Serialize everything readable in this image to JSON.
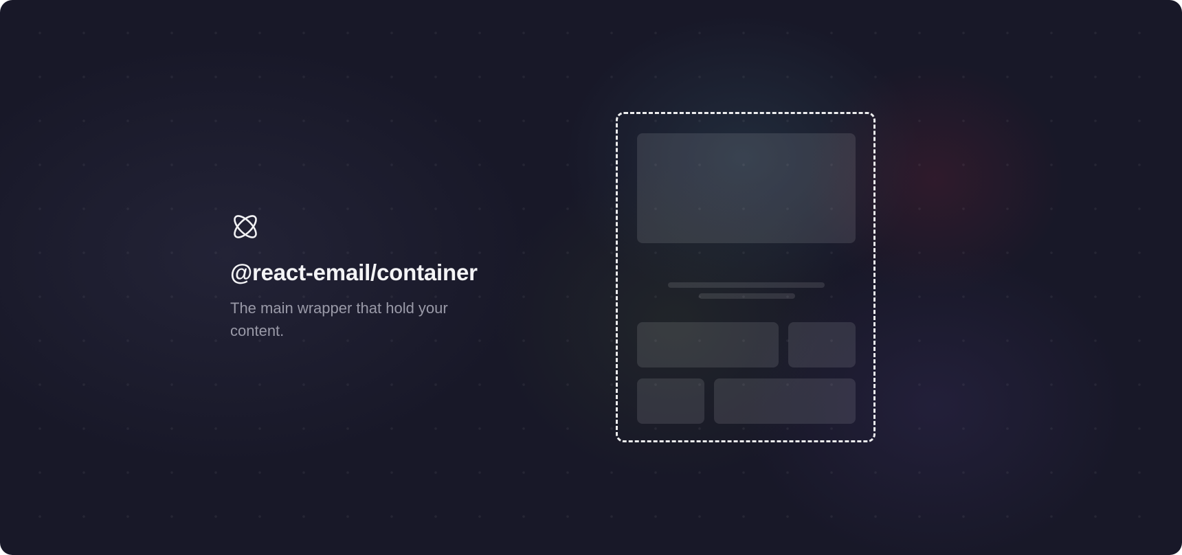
{
  "header": {
    "icon": "atom-icon",
    "title": "@react-email/container",
    "description": "The main wrapper that hold your content."
  },
  "illustration": {
    "frame_style": "dashed",
    "placeholder_blocks": [
      "hero-image",
      "text-line",
      "text-line",
      "content-block",
      "content-block",
      "content-block",
      "content-block"
    ]
  },
  "colors": {
    "background": "#181828",
    "title": "#f4f4f6",
    "description": "#9a9aa8",
    "frame": "#ffffff",
    "glow_teal": "#32505f",
    "glow_red": "#5a1e32",
    "glow_purple": "#372d5a"
  }
}
